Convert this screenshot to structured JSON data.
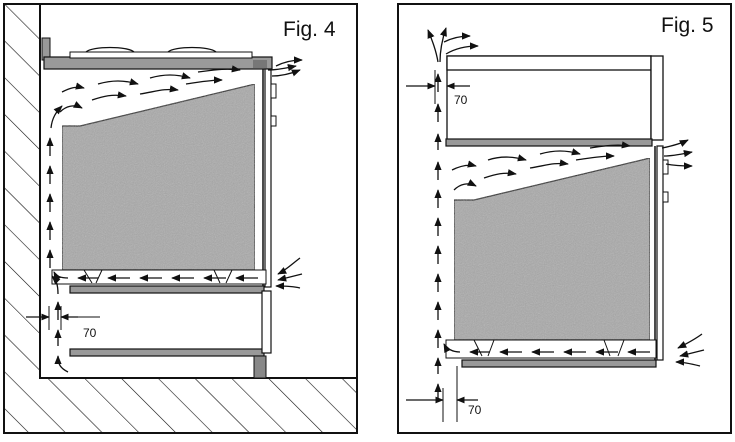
{
  "figures": [
    {
      "id": "fig4",
      "label": "Fig. 4",
      "clearance": "70"
    },
    {
      "id": "fig5",
      "label": "Fig. 5",
      "clearance_top": "70",
      "clearance_bottom": "70"
    }
  ],
  "colors": {
    "line": "#111111",
    "oven_fill": "#a9a9a9",
    "wall_fill": "#ffffff",
    "background": "#ffffff"
  }
}
